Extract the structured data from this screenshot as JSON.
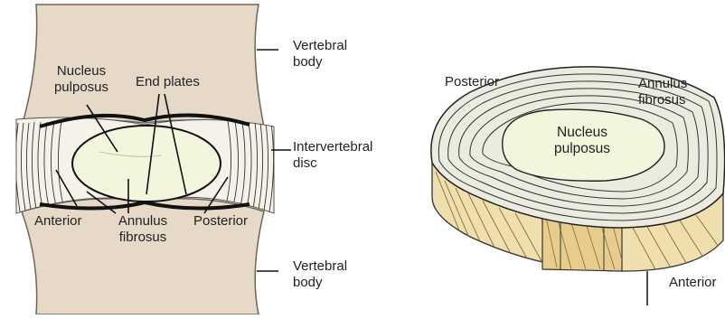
{
  "left_figure": {
    "labels": {
      "vertebral_body_top": [
        "Vertebral",
        "body"
      ],
      "nucleus_pulposus": [
        "Nucleus",
        "pulposus"
      ],
      "end_plates": "End plates",
      "intervertebral_disc": [
        "Intervertebral",
        "disc"
      ],
      "anterior": "Anterior",
      "annulus_fibrosus": [
        "Annulus",
        "fibrosus"
      ],
      "posterior": "Posterior",
      "vertebral_body_bottom": [
        "Vertebral",
        "body"
      ]
    }
  },
  "right_figure": {
    "labels": {
      "posterior": "Posterior",
      "annulus_fibrosus": [
        "Annulus",
        "fibrosus"
      ],
      "nucleus_pulposus": [
        "Nucleus",
        "pulposus"
      ],
      "anterior": "Anterior"
    }
  },
  "colors": {
    "bone": "#e6d9c8",
    "bone_outline": "#6e6555",
    "nucleus_fill": "#f3f6dc",
    "disc_top": "#e9e7d8",
    "wood_side": "#f0dfae",
    "line": "#222222"
  }
}
